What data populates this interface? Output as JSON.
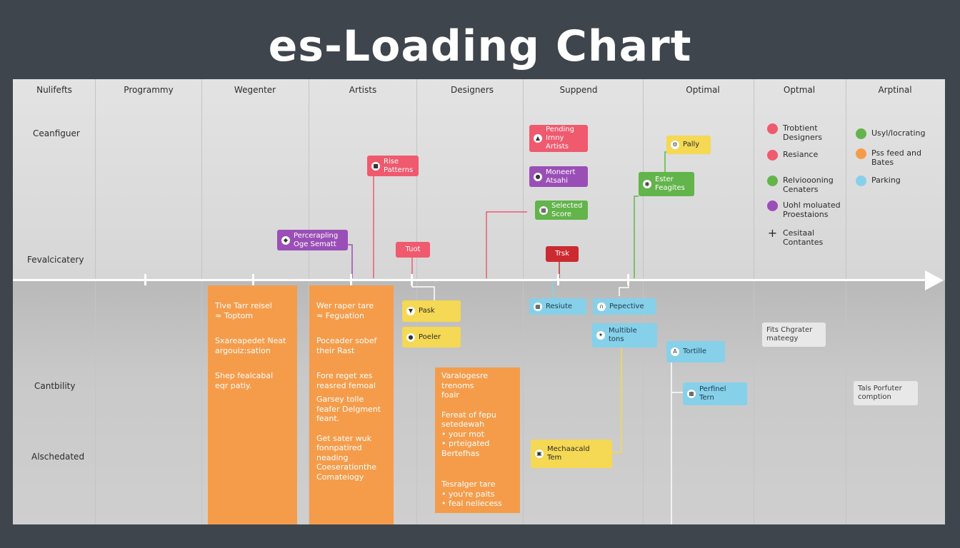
{
  "title": "es-Loading Chart",
  "columns": [
    "Nulifefts",
    "Programmy",
    "Wegenter",
    "Artists",
    "Designers",
    "Suppend",
    "Optimal",
    "Optmal",
    "Arptinal"
  ],
  "rows": [
    "Ceanfiguer",
    "Fevalcicatery",
    "Cantbility",
    "Alschedated"
  ],
  "cards": {
    "pending_artists": "Pending\nIrnny\nArtists",
    "rise_patterns": "Rise\nPatterns",
    "moneert_atsahi": "Moneert\nAtsahi",
    "rally": "Pally",
    "ester_feagites": "Ester\nFeagites",
    "selected_score": "Selected\nScore",
    "percerapling": "Percerapling\nOge Sematt",
    "tuot": "Tuot",
    "trsk": "Trsk",
    "pask": "Pask",
    "poeler": "Poeler",
    "resiute": "Resiute",
    "pepective": "Pepective",
    "multible_tons": "Multible\ntons",
    "tortille": "Tortille",
    "perfinel_tern": "Perfinel\nTern",
    "mechaacald_tem": "Mechaacald\nTem",
    "fits_chgrater": "Fits Chgrater\nmateegy",
    "tals_porfuter": "Tals Porfuter\ncomption"
  },
  "orange_col_1": [
    "Tive Tarr reisel\n≈ Toptom",
    "Sxareapedet Neat\nargouiz:sation",
    "Shep fealcabal\neqr patiy."
  ],
  "orange_col_2": [
    "Wer raper tare\n≈ Feguation",
    "Poceader sobef\ntheir Rast",
    "Fore reget xes\nreasred femoal",
    "Garsey tolle\nfeafer Delgment\nfeant.",
    "Get sater wuk\nfonnpatired\nneading\nCoeserationthe\nComateiogy"
  ],
  "orange_col_3": [
    "Varalogesre\ntrenoms\nfoair",
    "Fereat of fepu\nsetedewah\n• your mot\n• prteigated\nBertefhas",
    "Tesralger tare\n• you're paits\n• feal neliecess"
  ],
  "legend": {
    "items": [
      {
        "label": "Trobtient\nDesigners",
        "color": "#ef5a6e"
      },
      {
        "label": "Resiance",
        "color": "#ef5a6e"
      },
      {
        "label": "Relvioooning\nCenaters",
        "color": "#62b44b"
      },
      {
        "label": "Uohl moluated\nProestaions",
        "color": "#9a4fb6"
      },
      {
        "label": "Cesitaal\nContantes",
        "color": "plus"
      },
      {
        "label": "Usyl/locrating",
        "color": "#62b44b"
      },
      {
        "label": "Pss feed and\nBates",
        "color": "#f59c4b"
      },
      {
        "label": "Parking",
        "color": "#86d0ea"
      }
    ]
  }
}
